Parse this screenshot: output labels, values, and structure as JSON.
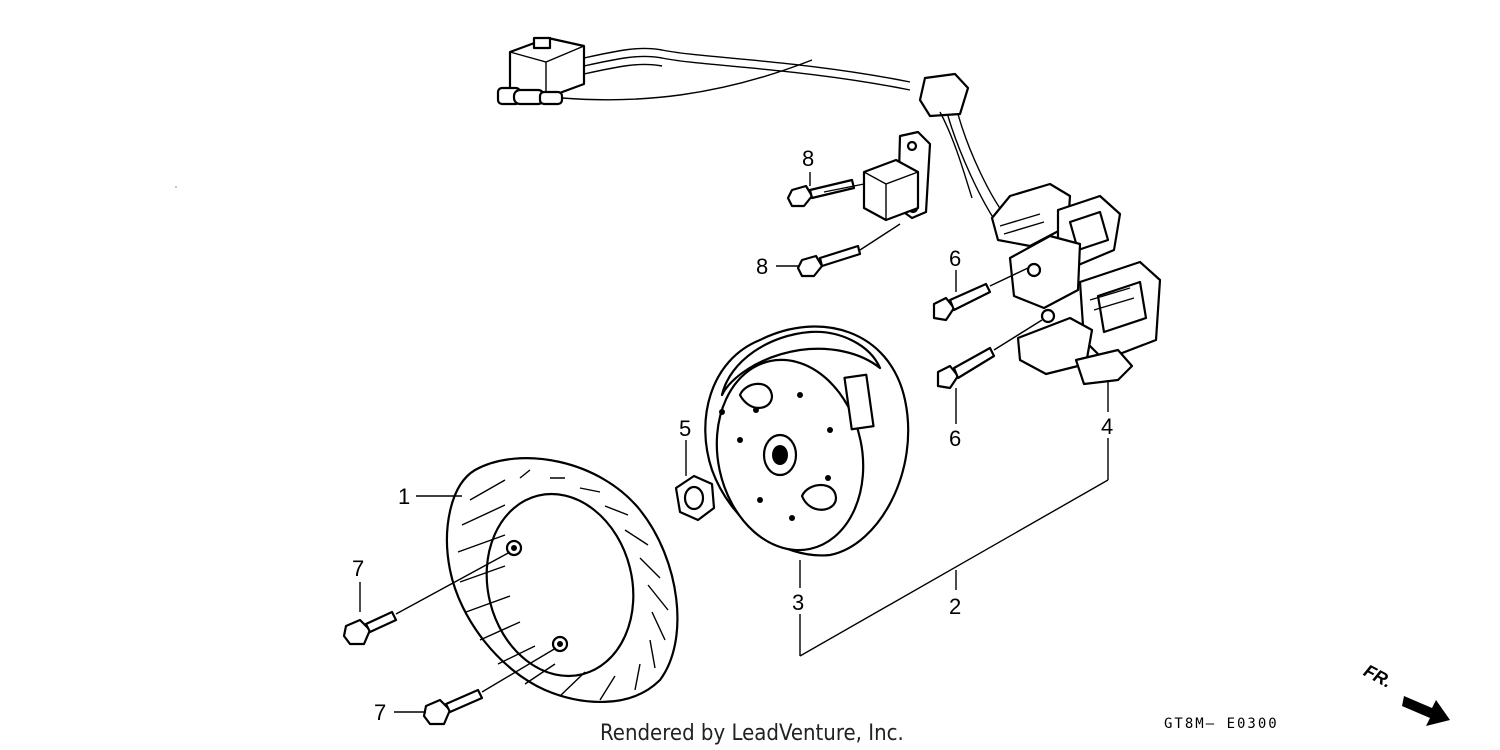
{
  "callouts": {
    "c1": "1",
    "c2": "2",
    "c3": "3",
    "c4": "4",
    "c5": "5",
    "c6a": "6",
    "c6b": "6",
    "c7a": "7",
    "c7b": "7",
    "c8a": "8",
    "c8b": "8"
  },
  "footer": {
    "credit": "Rendered by LeadVenture, Inc.",
    "diagram_code": "GT8M— E0300",
    "direction": "FR."
  }
}
